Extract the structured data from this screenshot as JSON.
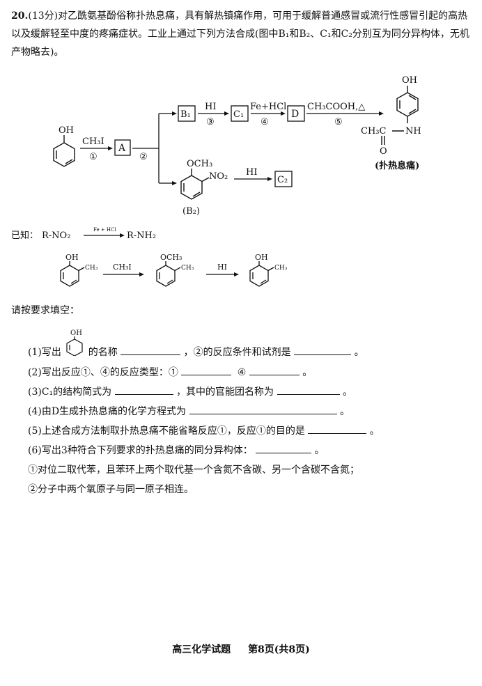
{
  "question": {
    "number": "20.",
    "score": "(13分)",
    "intro": "对乙酰氨基酚俗称扑热息痛，具有解热镇痛作用，可用于缓解普通感冒或流行性感冒引起的高热以及缓解轻至中度的疼痛症状。工业上通过下列方法合成(图中B₁和B₂、C₁和C₂分别互为同分异构体，无机产物略去)。"
  },
  "scheme": {
    "phenol_oh": "OH",
    "reagent1": "CH₃I",
    "step1": "①",
    "box_a": "A",
    "step2": "②",
    "box_b1": "B₁",
    "reagent3": "HI",
    "step3": "③",
    "box_c1": "C₁",
    "reagent4": "Fe+HCl",
    "step4": "④",
    "box_d": "D",
    "reagent5": "CH₃COOH,△",
    "step5": "⑤",
    "product_oh": "OH",
    "product_ch3c": "CH₃C",
    "product_nh": "NH",
    "product_o": "O",
    "product_name": "(扑热息痛)",
    "b2_och3": "OCH₃",
    "b2_no2": "NO₂",
    "b2_label": "(B₂)",
    "reagent_hi_b2": "HI",
    "box_c2": "C₂"
  },
  "known": {
    "label": "已知：",
    "lhs": "R-NO₂",
    "reagent": "Fe + HCl",
    "rhs": "R-NH₂",
    "m1_oh": "OH",
    "m1_ch3": "CH₃",
    "reagent_a": "CH₃I",
    "m2_och3": "OCH₃",
    "m2_ch3": "CH₃",
    "reagent_b": "HI",
    "m3_oh": "OH",
    "m3_ch3": "CH₃"
  },
  "instructions": "请按要求填空：",
  "subquestions": {
    "q1_a": "(1)写出",
    "q1_oh": "OH",
    "q1_b": "的名称",
    "q1_c": "，②的反应条件和试剂是",
    "q1_end": "。",
    "q2_a": "(2)写出反应①、④的反应类型：①",
    "q2_b": "④",
    "q2_end": "。",
    "q3_a": "(3)C₁的结构简式为",
    "q3_b": "，其中的官能团名称为",
    "q3_end": "。",
    "q4_a": "(4)由D生成扑热息痛的化学方程式为",
    "q4_end": "。",
    "q5_a": "(5)上述合成方法制取扑热息痛不能省略反应①，反应①的目的是",
    "q5_end": "。",
    "q6_a": "(6)写出3种符合下列要求的扑热息痛的同分异构体：",
    "q6_end": "。",
    "cond1": "①对位二取代苯，且苯环上两个取代基一个含氮不含碳、另一个含碳不含氮；",
    "cond2": "②分子中两个氧原子与同一原子相连。"
  },
  "footer": {
    "title": "高三化学试题",
    "page": "第8页(共8页)"
  }
}
